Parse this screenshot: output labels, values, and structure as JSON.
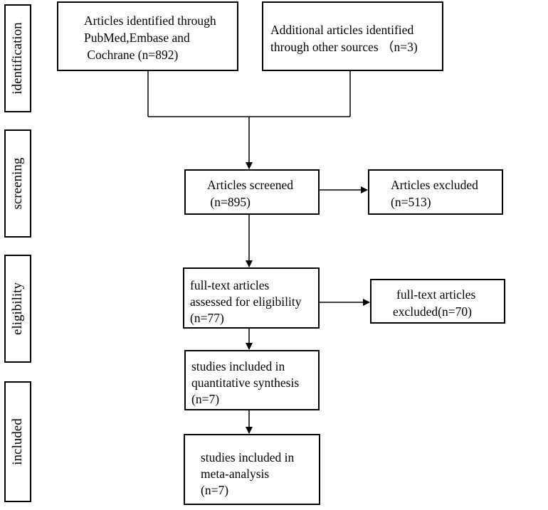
{
  "stages": {
    "identification": "identification",
    "screening": "screening",
    "eligibility": "eligibility",
    "included": "included"
  },
  "boxes": {
    "identified": [
      "Articles identified through",
      "PubMed,Embase and",
      " Cochrane (n=892)"
    ],
    "additional": [
      "Additional articles identified",
      "through other sources （n=3)"
    ],
    "screened": [
      "Articles screened",
      " (n=895)"
    ],
    "excluded": [
      "Articles excluded",
      "(n=513)"
    ],
    "fulltext": [
      "full-text articles",
      "assessed for eligibility",
      "(n=77)"
    ],
    "fulltext_excluded": [
      "full-text articles",
      "excluded(n=70)"
    ],
    "quantitative": [
      "studies included in",
      "quantitative synthesis",
      "(n=7)"
    ],
    "meta": [
      "studies included in",
      "meta-analysis",
      "(n=7)"
    ]
  }
}
